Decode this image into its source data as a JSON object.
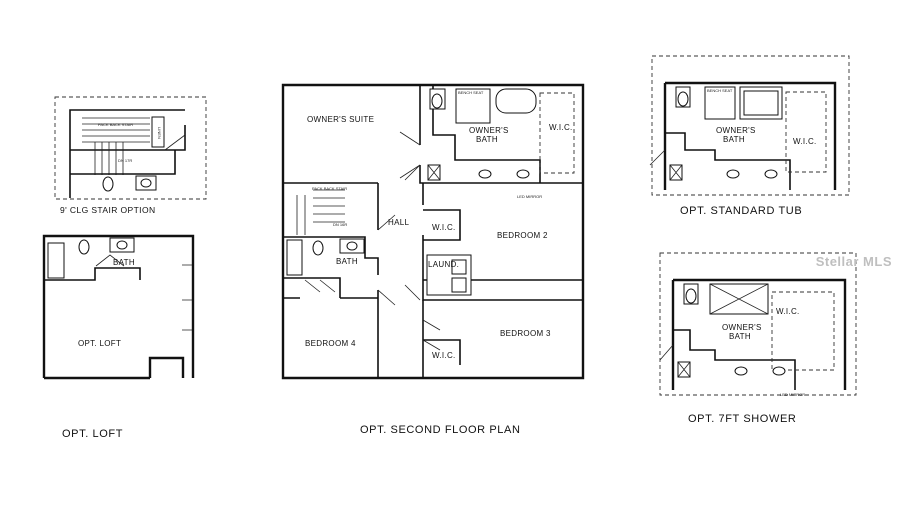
{
  "captions": {
    "opt_loft": "OPT. LOFT",
    "second_floor": "OPT. SECOND FLOOR PLAN",
    "standard_tub": "OPT. STANDARD TUB",
    "shower_7ft": "OPT. 7FT SHOWER",
    "stair_option": "9' CLG STAIR OPTION"
  },
  "rooms": {
    "owners_suite": "OWNER'S SUITE",
    "owners_bath": "OWNER'S",
    "owners_bath_2": "BATH",
    "wic": "W.I.C.",
    "hall": "HALL",
    "bedroom2": "BEDROOM 2",
    "bedroom3": "BEDROOM 3",
    "bedroom4": "BEDROOM 4",
    "bath": "BATH",
    "laund": "LAUND.",
    "opt_loft": "OPT. LOFT",
    "linen": "LINEN"
  },
  "notes": {
    "stair_dn": "DN 17R",
    "stair_dn_main": "DN 16R",
    "stair_note": "PACK BACK STAIR",
    "bench": "BENCH SEAT",
    "mirror": "LED MIRROR"
  },
  "watermark": "Stellar MLS"
}
